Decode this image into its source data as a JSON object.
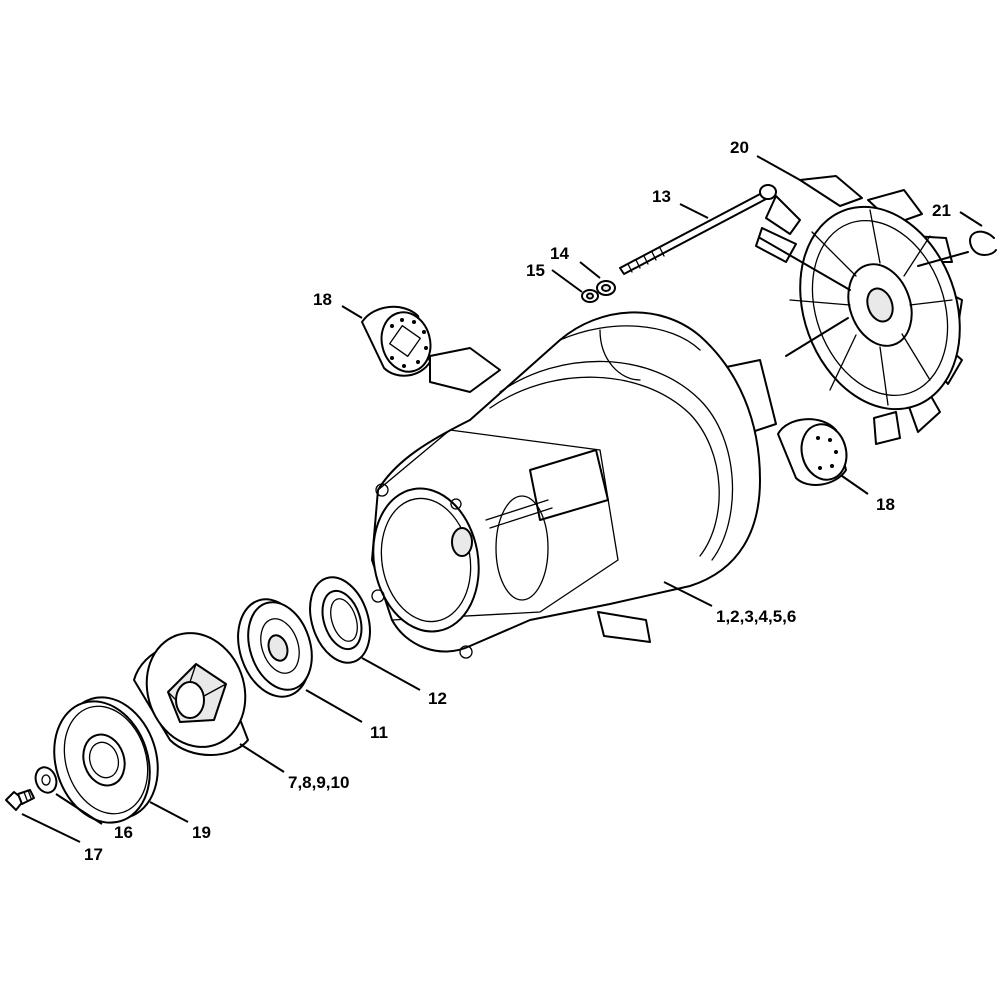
{
  "callouts": {
    "housing": "1,2,3,4,5,6",
    "clutch": "7,8,9,10",
    "bearing": "11",
    "seal": "12",
    "rod": "13",
    "washer14": "14",
    "nut15": "15",
    "washer16": "16",
    "screw17": "17",
    "cap_left": "18",
    "cap_right": "18",
    "pulley": "19",
    "fan": "20",
    "clip": "21"
  }
}
